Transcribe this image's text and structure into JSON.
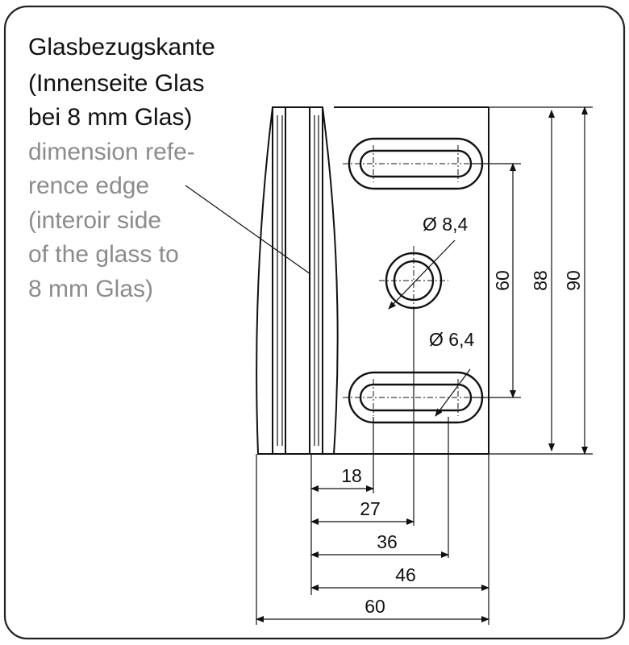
{
  "label_de": {
    "line1": "Glasbezugskante",
    "line2": "(Innenseite Glas",
    "line3": "bei 8 mm Glas)"
  },
  "label_en": {
    "line1": "dimension refe-",
    "line2": "rence edge",
    "line3": "(interoir side",
    "line4": "of the glass to",
    "line5": "8 mm Glas)"
  },
  "dimensions": {
    "hole_large": "Ø 8,4",
    "hole_small": "Ø 6,4",
    "v60": "60",
    "v88": "88",
    "v90": "90",
    "h18": "18",
    "h27": "27",
    "h36": "36",
    "h46": "46",
    "h60": "60"
  }
}
